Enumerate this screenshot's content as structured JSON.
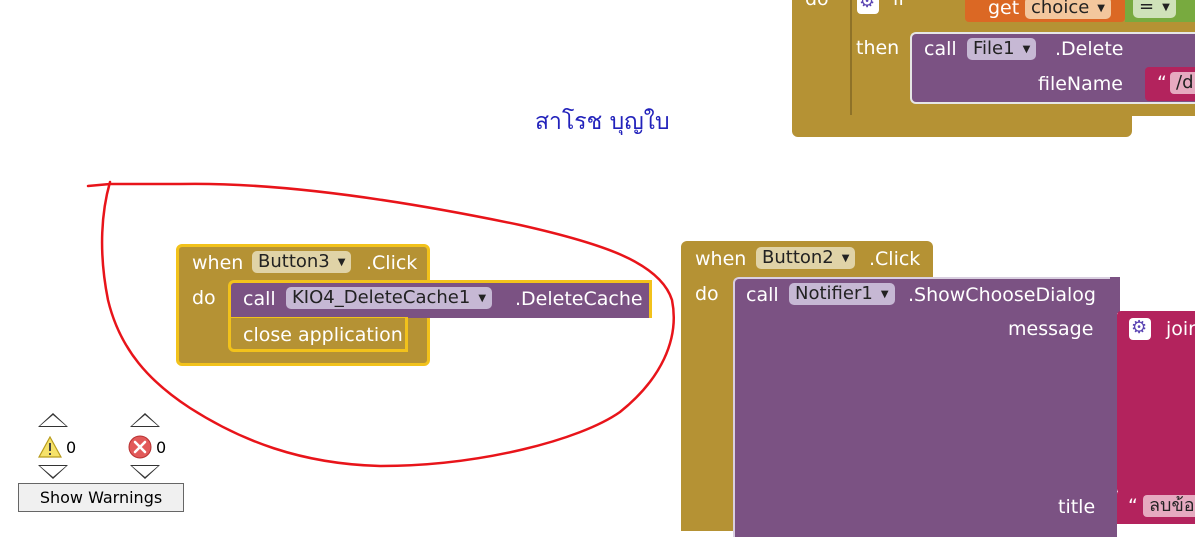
{
  "top_block": {
    "do_label": "do",
    "if_label": "if",
    "get_label": "get",
    "choice_var": "choice",
    "eq_op": "=",
    "then_label": "then",
    "call_label": "call",
    "component": "File1",
    "method": ".Delete",
    "param_label": "fileName",
    "param_text": "/d"
  },
  "author_name": "สาโรช บุญใบ",
  "button3_event": {
    "when_label": "when",
    "component": "Button3",
    "event": ".Click",
    "do_label": "do",
    "call_label": "call",
    "call_component": "KIO4_DeleteCache1",
    "call_method": ".DeleteCache",
    "close_label": "close application"
  },
  "button2_event": {
    "when_label": "when",
    "component": "Button2",
    "event": ".Click",
    "do_label": "do",
    "call_label": "call",
    "call_component": "Notifier1",
    "call_method": ".ShowChooseDialog",
    "message_label": "message",
    "join_label": "join",
    "title_label": "title",
    "title_text": "ลบข้อ"
  },
  "warnings": {
    "warning_count": "0",
    "error_count": "0",
    "show_warnings_label": "Show Warnings"
  },
  "colors": {
    "event_block": "#b59234",
    "procedure_block": "#7b5283",
    "text_block": "#b3235d",
    "annotation": "#e8141a"
  }
}
